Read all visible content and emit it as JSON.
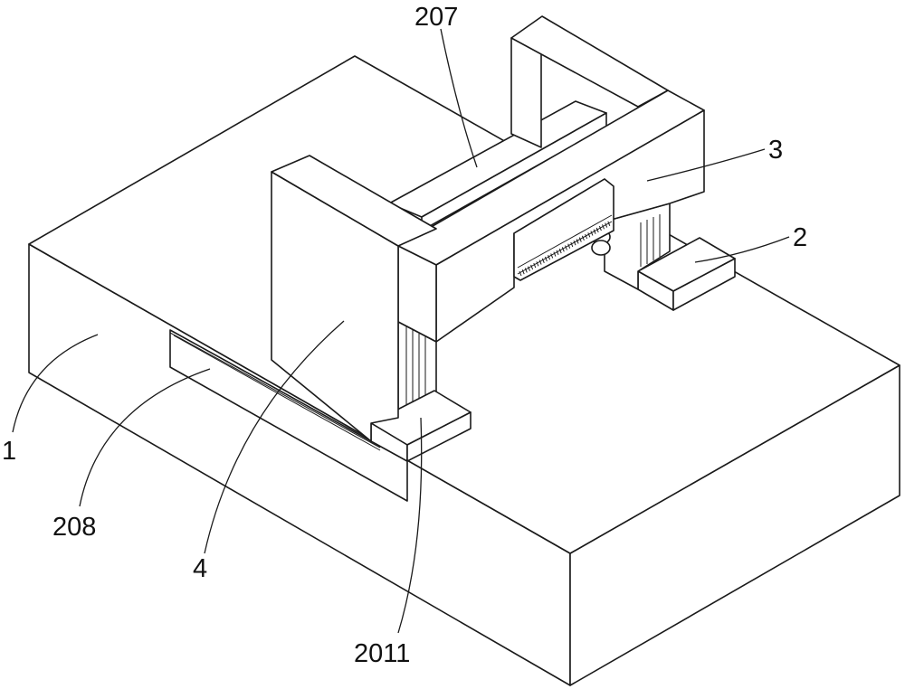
{
  "figure": {
    "labels": {
      "l207": "207",
      "l3": "3",
      "l2": "2",
      "l1": "1",
      "l208": "208",
      "l4": "4",
      "l2011": "2011"
    }
  }
}
